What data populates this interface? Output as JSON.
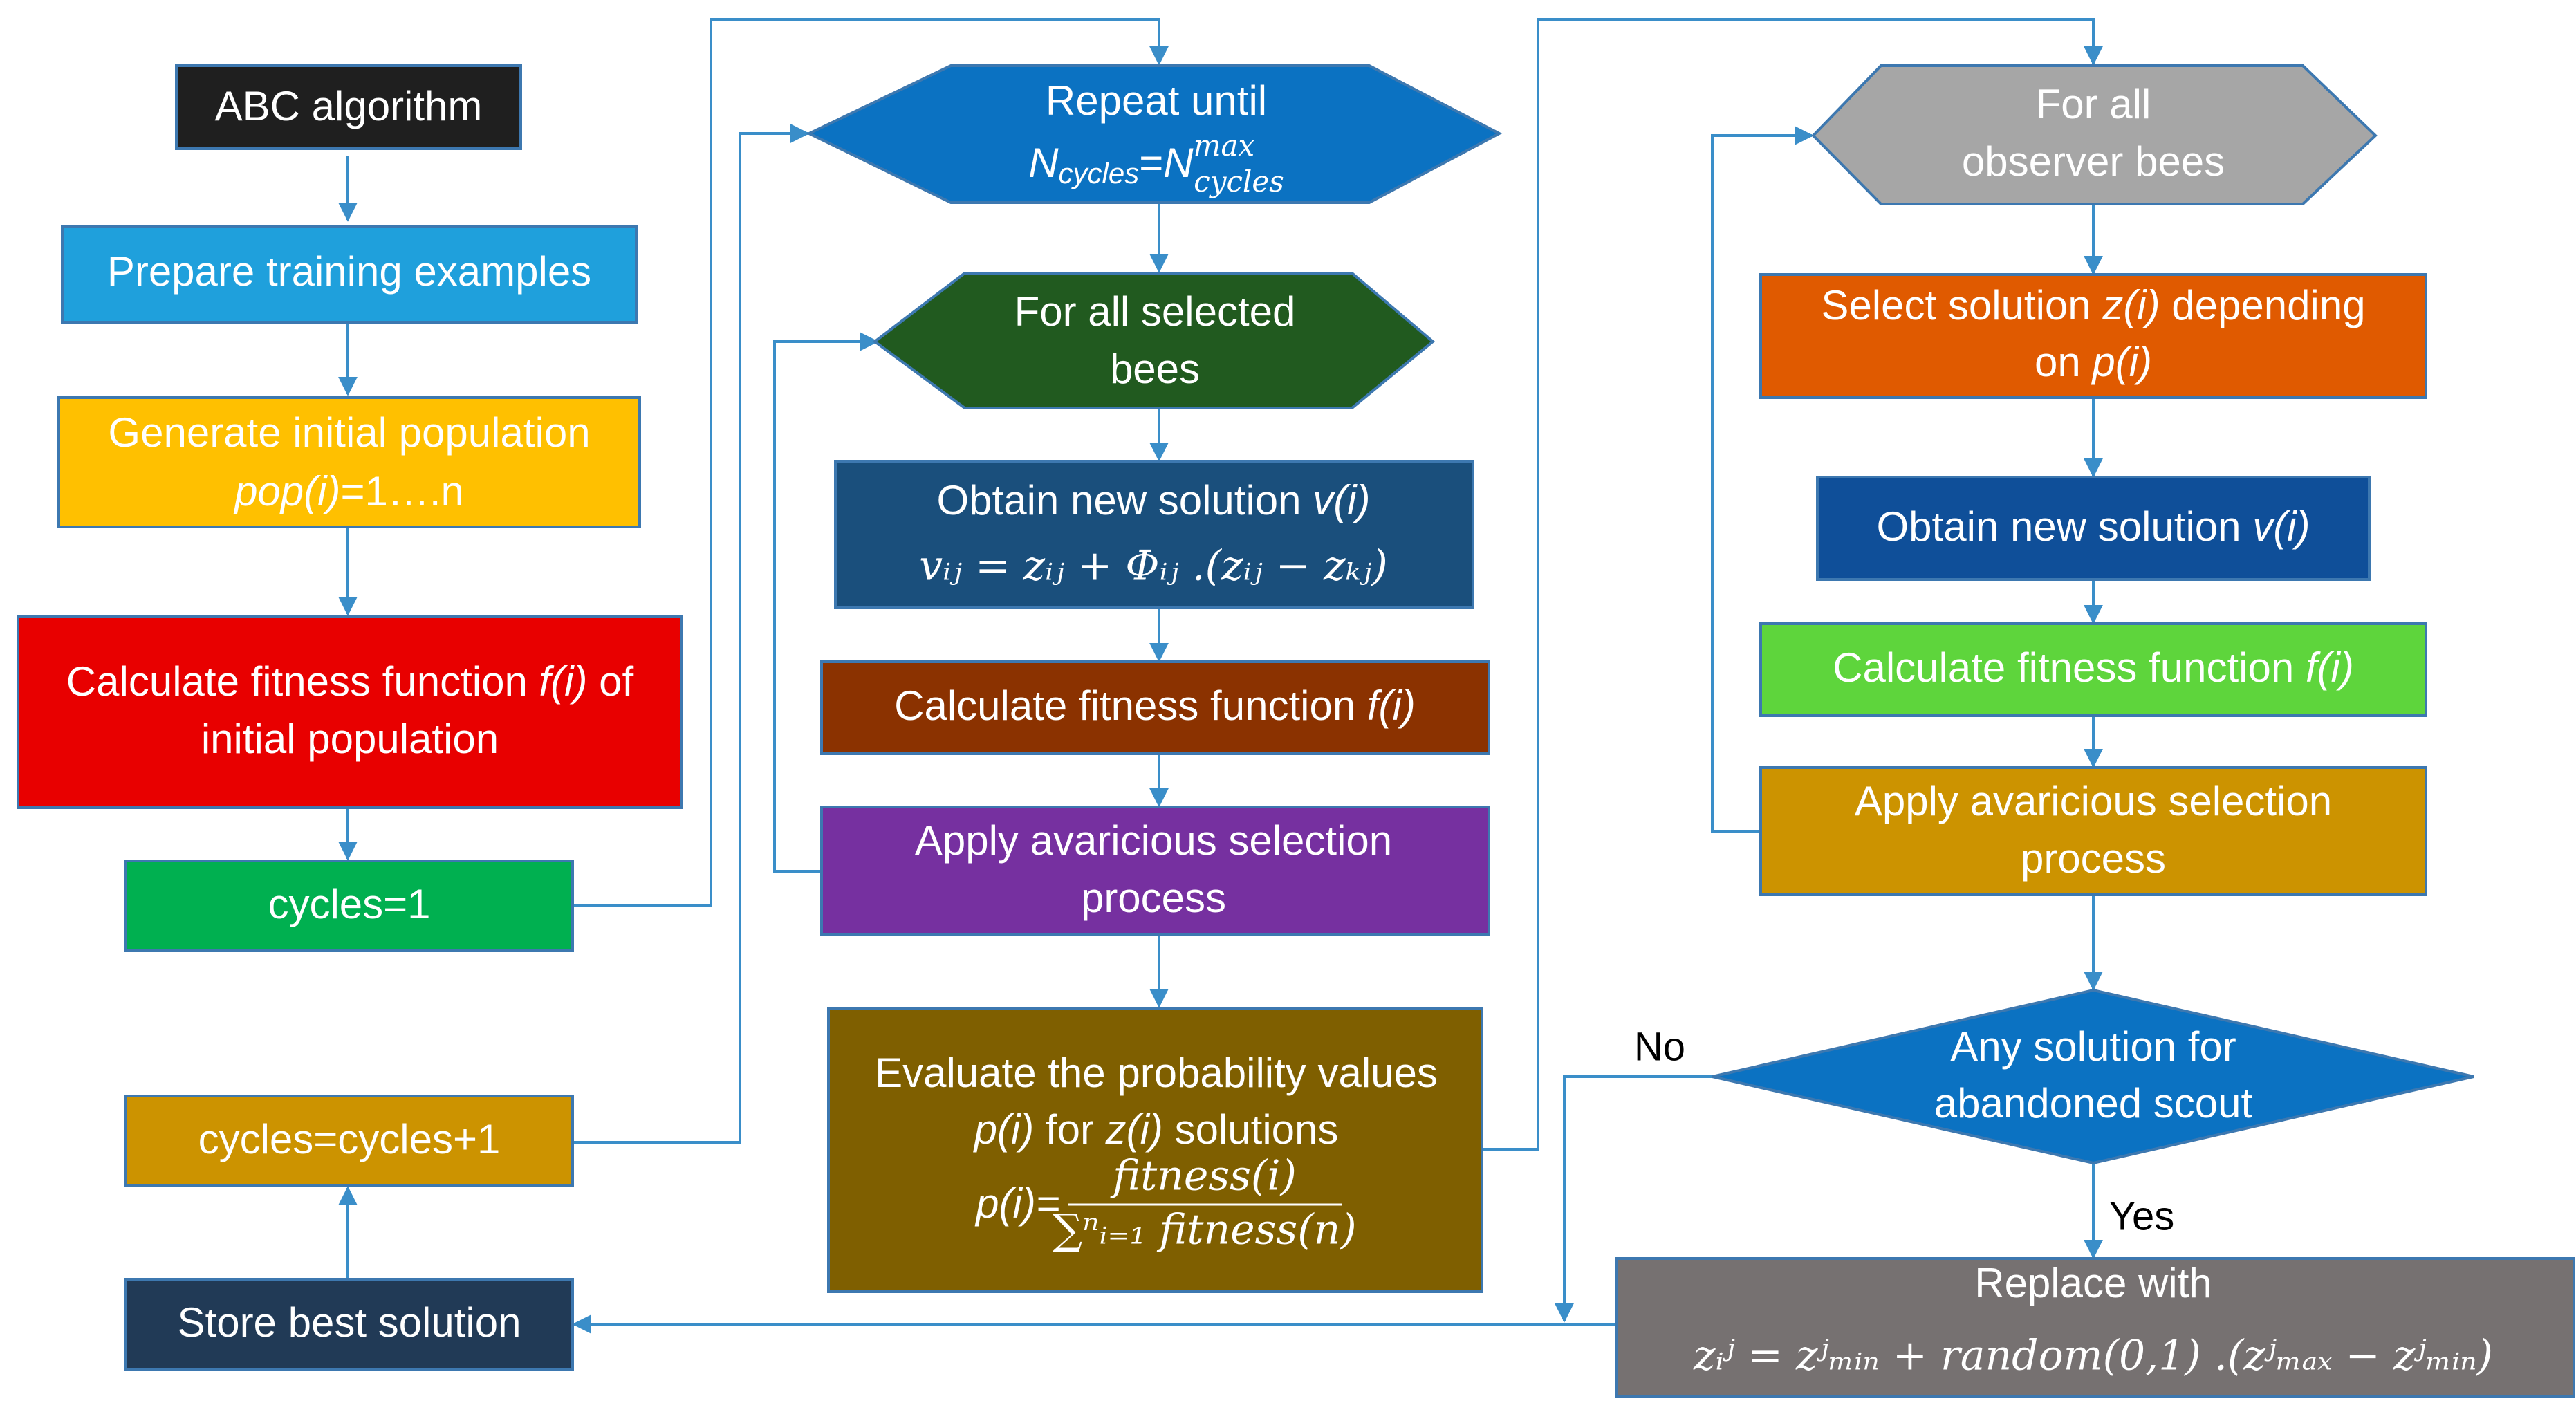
{
  "colors": {
    "connector": "#3a8ec9",
    "box_border": "#3d78b0",
    "white_text": "#ffffff"
  },
  "nodes": {
    "abc": {
      "text": "ABC algorithm",
      "fill": "#1f1f1f"
    },
    "prepare": {
      "text": "Prepare training examples",
      "fill": "#1fa0dc"
    },
    "generate": {
      "line1": "Generate initial population",
      "line2_it": "pop(i)",
      "line2_rest": "=1….n",
      "fill": "#ffc000"
    },
    "calc_initial": {
      "line1_pre": "Calculate fitness function ",
      "line1_it": "f(i)",
      "line1_post": " of",
      "line2": "initial population",
      "fill": "#e80000"
    },
    "cycles1": {
      "text": "cycles=1",
      "fill": "#00b050"
    },
    "cycles_inc": {
      "text": "cycles=cycles+1",
      "fill": "#cc9300"
    },
    "store": {
      "text": "Store best solution",
      "fill": "#213a56"
    },
    "repeat": {
      "line1": "Repeat until",
      "n": "N",
      "cycles_sub": "cycles",
      "eq": "=",
      "max_sup": "max",
      "cycles_sub2": "cycles",
      "fill": "#0b72c2"
    },
    "selected": {
      "line1": "For all selected",
      "line2": "bees",
      "fill": "#215a1f"
    },
    "obtain_mid": {
      "line1_pre": "Obtain new solution ",
      "line1_it": "v(i)",
      "formula": "vᵢⱼ = zᵢⱼ + Φᵢⱼ .(zᵢⱼ − zₖⱼ)",
      "fill": "#1a4f7c"
    },
    "calc_mid": {
      "text_pre": "Calculate fitness function ",
      "text_it": "f(i)",
      "fill": "#8b3200"
    },
    "apply_mid": {
      "line1": "Apply avaricious selection",
      "line2": "process",
      "fill": "#7630a0"
    },
    "evaluate": {
      "line1": "Evaluate the probability values",
      "line2_it1": "p(i)",
      "line2_mid": " for ",
      "line2_it2": "z(i)",
      "line2_post": " solutions",
      "p_label": "p(i)=",
      "numerator": "fitness(i)",
      "denominator": "∑ⁿᵢ₌₁ fitness(n)",
      "fill": "#7f5f00"
    },
    "observer": {
      "line1": "For all",
      "line2": "observer bees",
      "fill": "#a6a6a6"
    },
    "select_sol": {
      "line1_pre": "Select solution ",
      "line1_it": "z(i)",
      "line1_post": " depending",
      "line2_pre": "on ",
      "line2_it": "p(i)",
      "fill": "#e05a00"
    },
    "obtain_right": {
      "text_pre": "Obtain new solution ",
      "text_it": "v(i)",
      "fill": "#0f4f99"
    },
    "calc_right": {
      "text_pre": "Calculate fitness function ",
      "text_it": "f(i)",
      "fill": "#5ed53c"
    },
    "apply_right": {
      "line1": "Apply avaricious selection",
      "line2": "process",
      "fill": "#cc9300"
    },
    "scout": {
      "line1": "Any solution for",
      "line2": "abandoned scout",
      "fill": "#0b72c2"
    },
    "replace": {
      "line1": "Replace with",
      "formula": "zᵢʲ = zʲₘᵢₙ + random(0,1) .(zʲₘₐₓ − zʲₘᵢₙ)",
      "fill": "#767171"
    }
  },
  "edge_labels": {
    "no": "No",
    "yes": "Yes"
  }
}
